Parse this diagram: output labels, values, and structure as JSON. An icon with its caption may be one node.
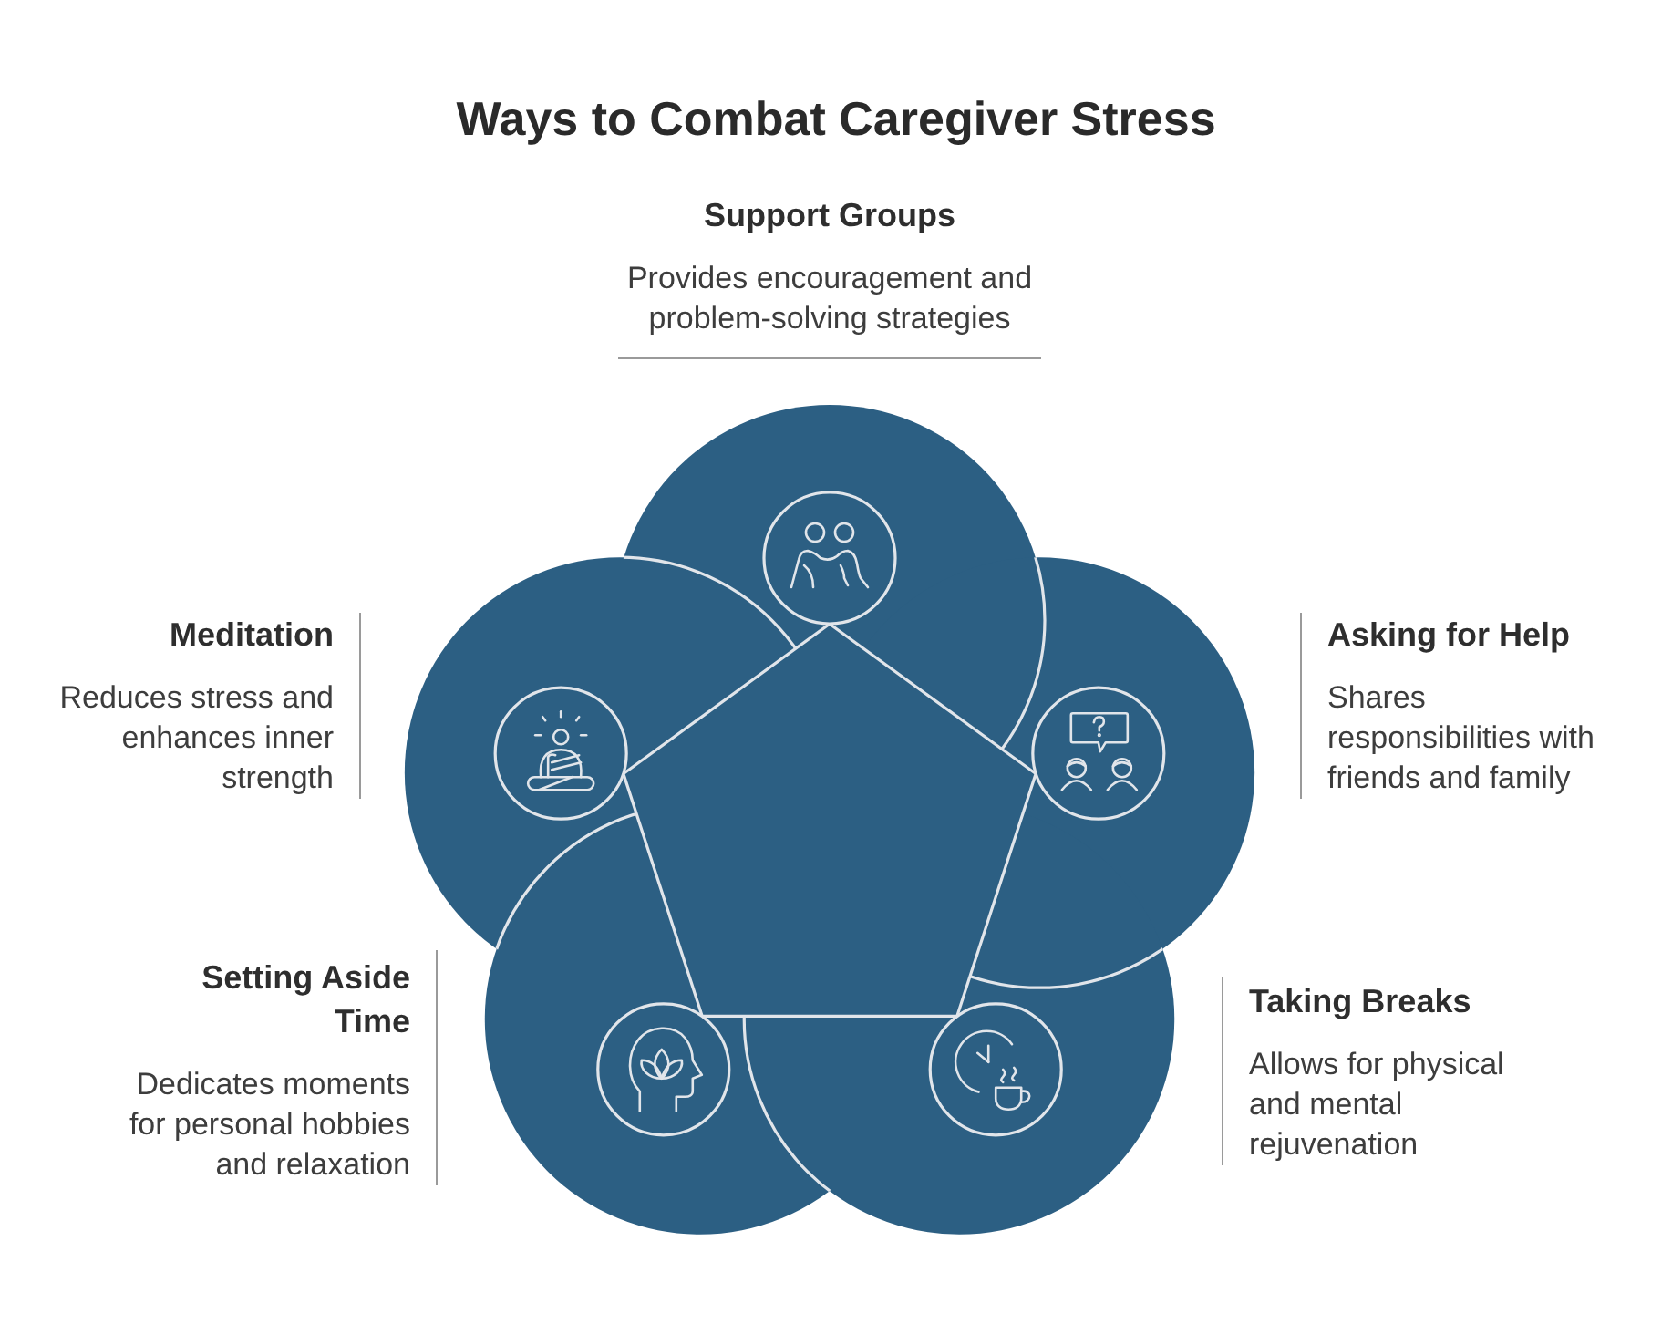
{
  "diagram": {
    "title": "Ways to Combat Caregiver Stress",
    "nodes": [
      {
        "text": [
          "Support Groups",
          "Provides encouragement and problem-solving strategies"
        ]
      },
      {
        "text": [
          "Meditation",
          "Reduces stress and enhances inner strength"
        ]
      },
      {
        "text": [
          "Asking for Help",
          "Shares responsibilities with friends and family"
        ]
      },
      {
        "text": [
          "Setting Aside Time",
          "Dedicates moments for personal hobbies and relaxation"
        ]
      },
      {
        "text": [
          "Taking Breaks",
          "Allows for physical and mental rejuvenation"
        ]
      }
    ]
  }
}
